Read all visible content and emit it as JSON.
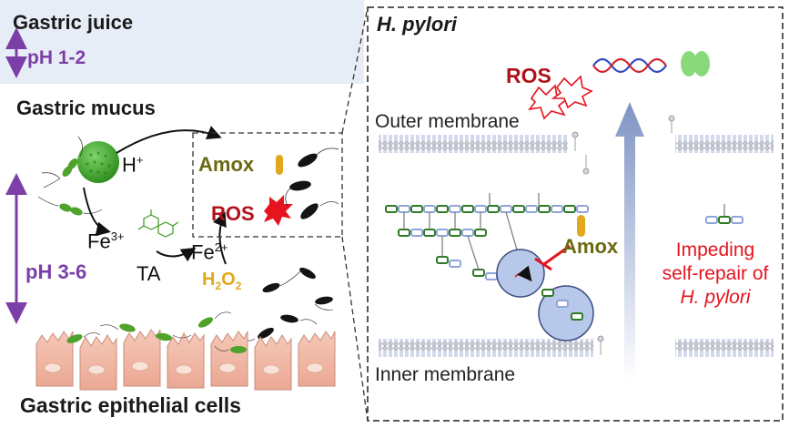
{
  "colors": {
    "juice_band": "#e7edf6",
    "purple": "#7b3fa7",
    "dark_red": "#b0121b",
    "olive": "#6b6a12",
    "amber": "#e0a81c",
    "red_text": "#e5141e",
    "bright_green": "#3a9a1c",
    "membrane_blue": "#9aa8d8",
    "helix_blue": "#3049c0",
    "helix_red": "#d2232a"
  },
  "left_panel": {
    "gastric_juice": "Gastric juice",
    "ph_top": "pH 1-2",
    "gastric_mucus": "Gastric mucus",
    "h_plus_base": "H",
    "h_plus_sup": "+",
    "fe3_base": "Fe",
    "fe3_sup": "3+",
    "fe2_base": "Fe",
    "fe2_sup": "2+",
    "ta": "TA",
    "amox": "Amox",
    "ros": "ROS",
    "h2o2_h": "H",
    "h2o2_2a": "2",
    "h2o2_o": "O",
    "h2o2_2b": "2",
    "ph_mid": "pH 3-6",
    "epithelial": "Gastric epithelial cells"
  },
  "right_panel": {
    "title": "H. pylori",
    "ros": "ROS",
    "outer_membrane": "Outer membrane",
    "inner_membrane": "Inner membrane",
    "amox": "Amox",
    "impede_line1": "Impeding",
    "impede_line2": "self-repair of",
    "impede_line3": "H. pylori"
  },
  "icons": {
    "nanozyme": "green-sphere-icon",
    "bacteria": "bacterium-icon",
    "explosion": "ros-burst-icon",
    "dna": "dna-helix-icon",
    "capsule": "amox-capsule-icon",
    "enzyme": "transpeptidase-icon"
  }
}
